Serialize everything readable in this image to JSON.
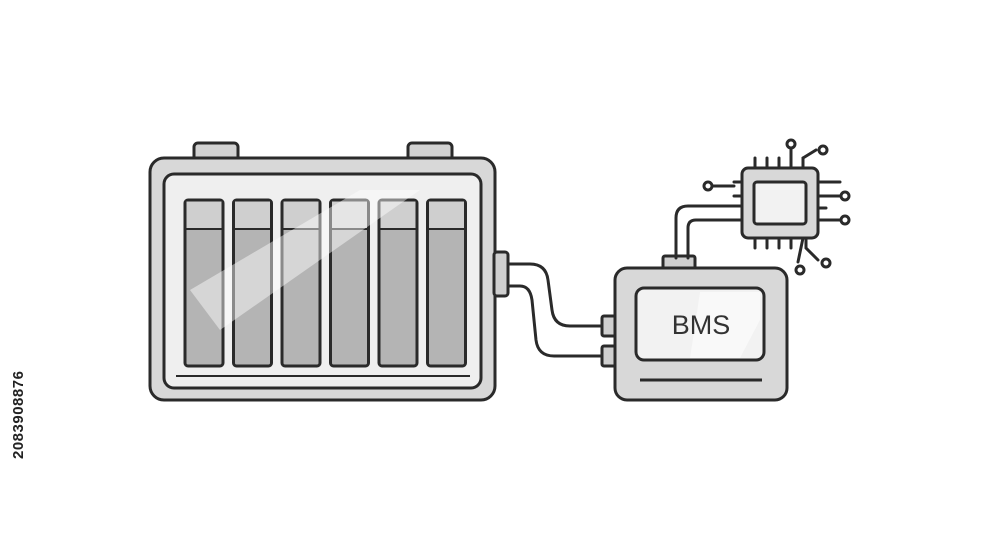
{
  "diagram": {
    "bms_label": "BMS",
    "stock_id": "208390887­6",
    "battery": {
      "cell_count": 6
    },
    "colors": {
      "outline": "#2a2a2a",
      "body_fill": "#d8d8d8",
      "inner_fill": "#efefef",
      "cell_fill": "#b4b4b4",
      "cell_top": "#cfcfcf",
      "screen_fill": "#f2f2f2"
    }
  }
}
